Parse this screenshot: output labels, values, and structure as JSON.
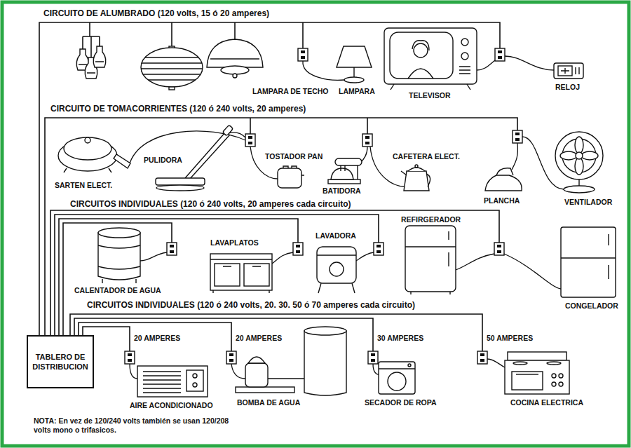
{
  "diagram": {
    "nodes": [
      {
        "text": [
          "TABLERO DE DISTRIBUCION"
        ]
      }
    ],
    "labels": [
      "CIRCUITO DE ALUMBRADO (120 volts, 15 ó 20 amperes)",
      "LAMPARA DE TECHO",
      "LAMPARA",
      "TELEVISOR",
      "RELOJ",
      "CIRCUITO DE TOMACORRIENTES (120 ó 240 volts, 20 amperes)",
      "PULIDORA",
      "TOSTADOR PAN",
      "CAFETERA ELECT.",
      "SARTEN ELECT.",
      "BATIDORA",
      "PLANCHA",
      "VENTILADOR",
      "CIRCUITOS INDIVIDUALES (120 ó 240 volts, 20 amperes cada circuito)",
      "REFIRGERADOR",
      "LAVAPLATOS",
      "LAVADORA",
      "CALENTADOR DE AGUA",
      "CONGELADOR",
      "CIRCUITOS INDIVIDUALES (120 ó 240 volts, 20. 30. 50 ó 70 amperes cada circuito)",
      "20 AMPERES",
      "20 AMPERES",
      "30 AMPERES",
      "50 AMPERES",
      "AIRE ACONDICIONADO",
      "BOMBA DE AGUA",
      "SECADOR DE ROPA",
      "COCINA ELECTRICA",
      "NOTA: En vez de 120/240 volts también se usan 120/208 volts mono o trifasicos."
    ]
  }
}
